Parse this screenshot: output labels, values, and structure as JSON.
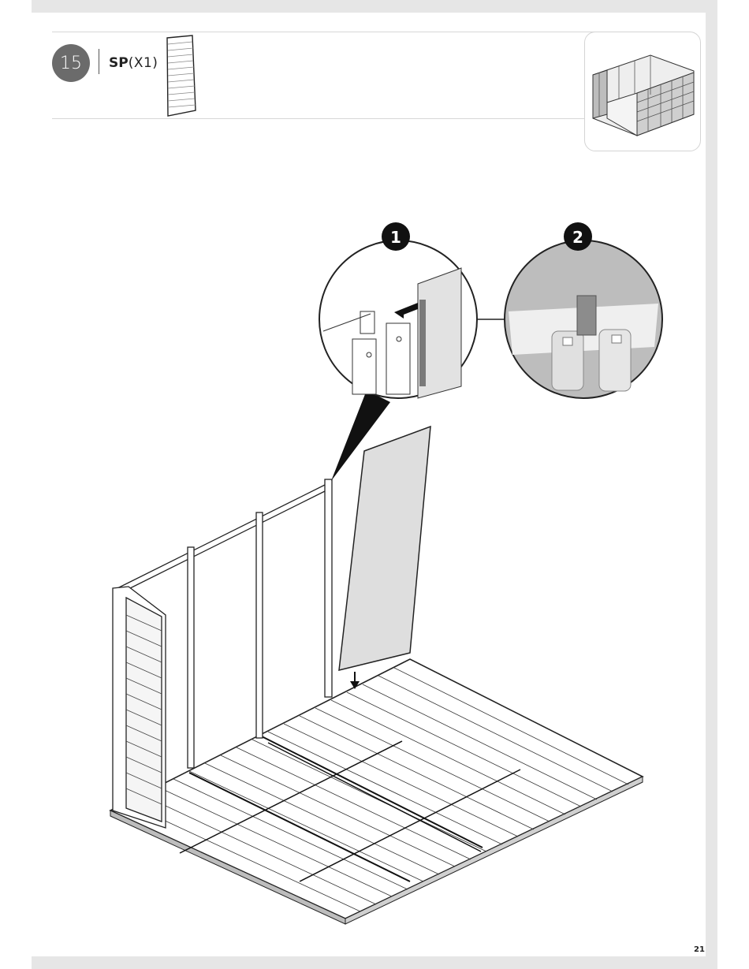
{
  "step": {
    "number": "15"
  },
  "part": {
    "code": "SP",
    "quantity": "(X1)"
  },
  "callouts": [
    {
      "label": "1",
      "icon": "arrow-left-icon"
    },
    {
      "label": "2",
      "icon": "connector-profile-icon"
    }
  ],
  "page": {
    "number": "21"
  }
}
